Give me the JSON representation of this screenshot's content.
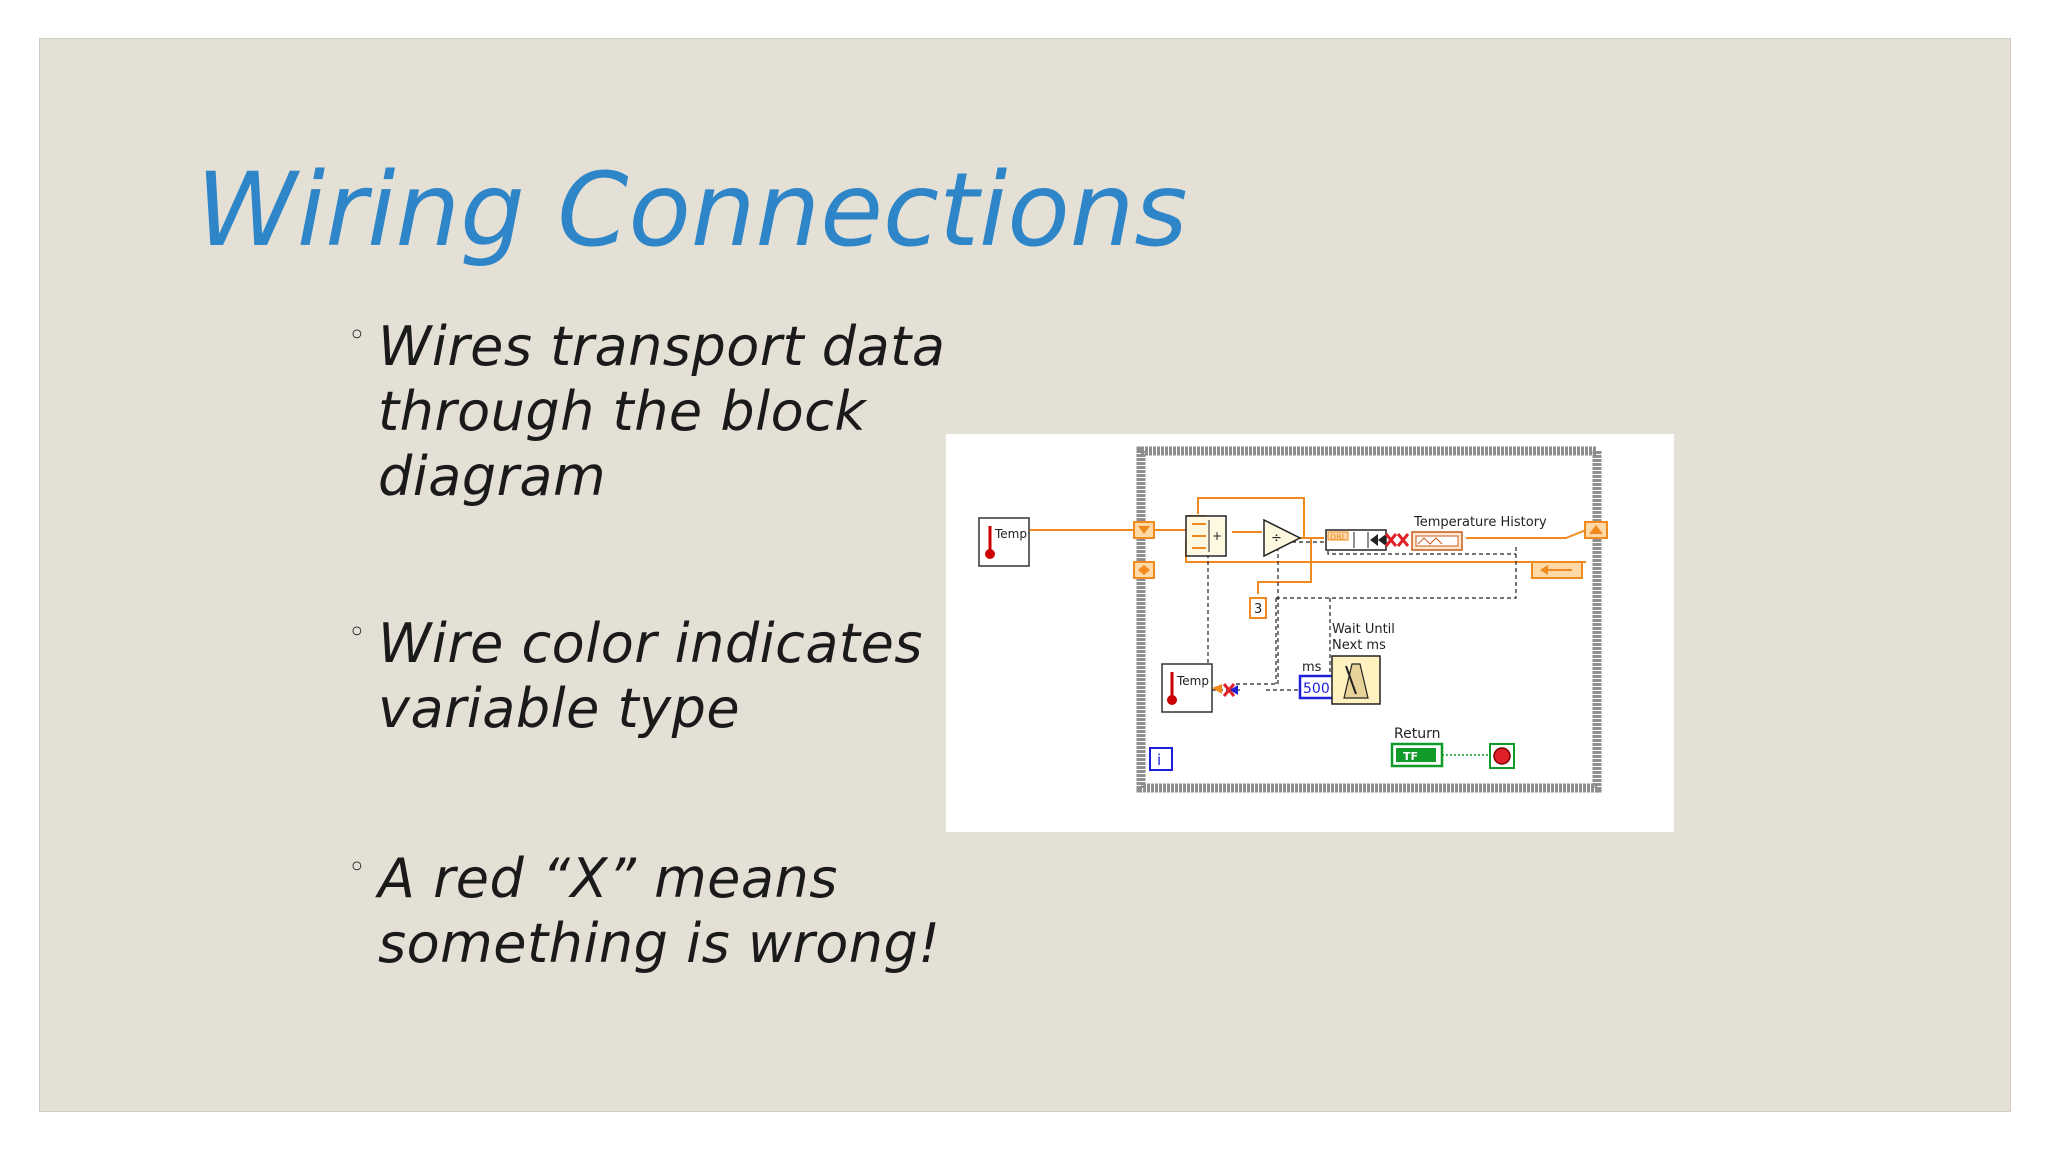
{
  "slide": {
    "title": "Wiring Connections",
    "bullet_glyph": "◦",
    "bullets": [
      {
        "text": "Wires transport data through the block diagram"
      },
      {
        "text": "Wire color indicates variable type"
      },
      {
        "text": "A red “X” means something is wrong!"
      }
    ]
  },
  "diagram": {
    "temp_label_top": "Temp",
    "temp_label_bottom": "Temp",
    "const_3": "3",
    "ms_label": "ms",
    "const_500": "500",
    "wait_label_line1": "Wait Until",
    "wait_label_line2": "Next ms",
    "history_label": "Temperature History",
    "dbl_label": "DBL",
    "return_label": "Return",
    "tf_label": "TF",
    "iteration_label": "i",
    "icons": [
      "thermometer-icon",
      "thermometer-icon",
      "add-node-icon",
      "divide-node-icon",
      "build-array-icon",
      "shift-register-icon",
      "metronome-icon",
      "stop-terminal-icon",
      "broken-wire-icon"
    ],
    "colors": {
      "loop_border": "#8e8e8e",
      "numeric_wire": "#f08a1c",
      "broken_wire": "#e0202a",
      "integer_blue": "#1d1fd6",
      "boolean_green": "#0f9a2a"
    }
  }
}
